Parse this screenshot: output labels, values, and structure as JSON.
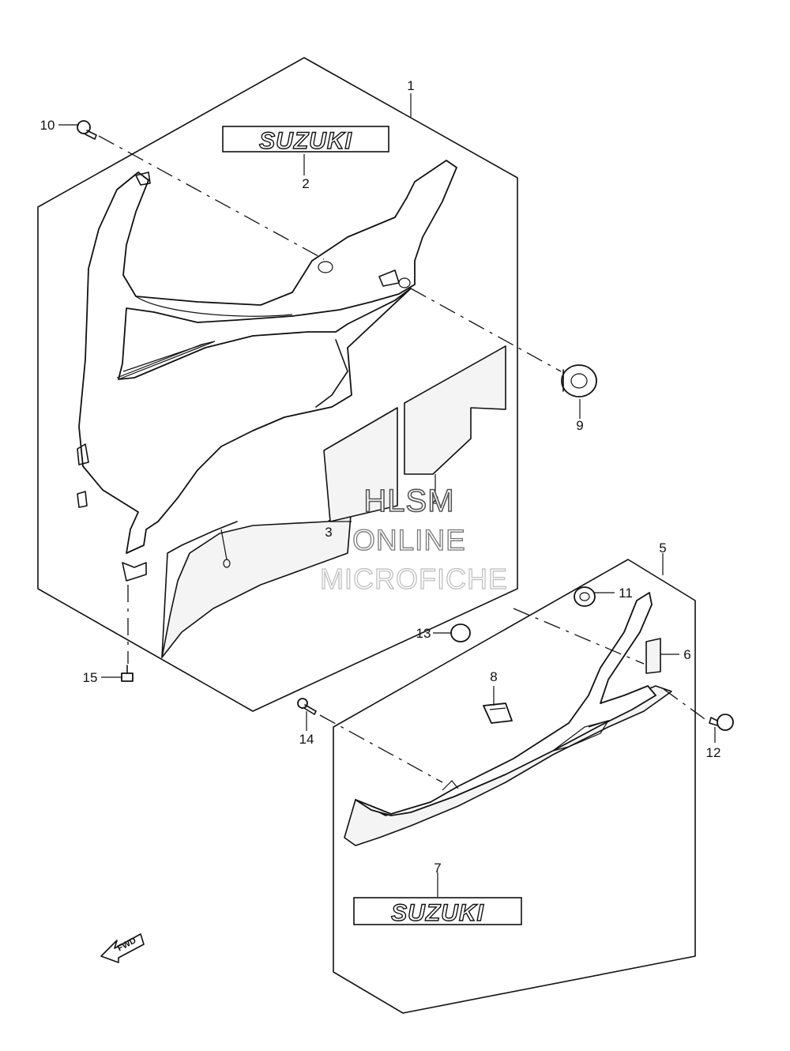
{
  "callouts": {
    "c1": "1",
    "c2": "2",
    "c3": "3",
    "c4": "4",
    "c5": "5",
    "c6": "6",
    "c7": "7",
    "c8": "8",
    "c9": "9",
    "c10": "10",
    "c11": "11",
    "c12": "12",
    "c13": "13",
    "c14": "14",
    "c15": "15"
  },
  "emblems": {
    "upper": "SUZUKI",
    "lower": "SUZUKI"
  },
  "watermark": {
    "line1": "HLSM",
    "line2": "ONLINE",
    "line3": "MICROFICHE"
  },
  "direction_marker": "FWD"
}
